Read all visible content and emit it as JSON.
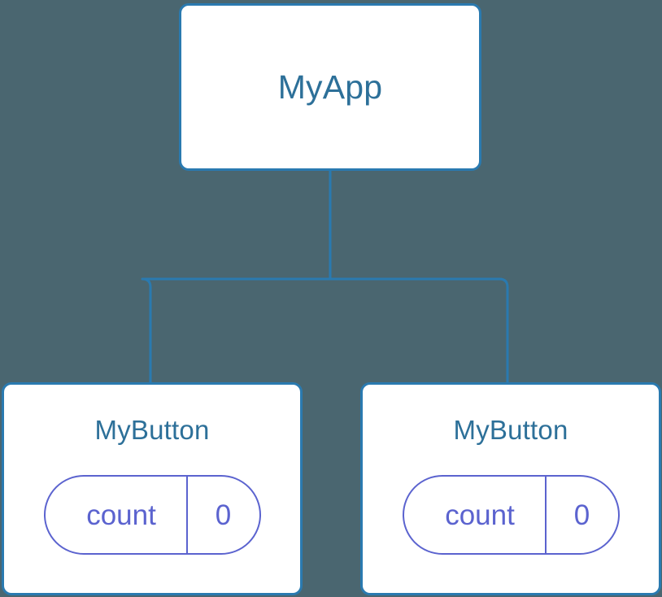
{
  "canvas": {
    "background_color": "#4a6670"
  },
  "theme": {
    "node_fill": "#ffffff",
    "node_border_color": "#2a7ab0",
    "node_text_color": "#2d7099",
    "edge_color": "#2a7ab0",
    "state_color": "#5b63cf"
  },
  "tree": {
    "root": {
      "label": "MyApp"
    },
    "children": [
      {
        "label": "MyButton",
        "state": {
          "key": "count",
          "value": "0"
        }
      },
      {
        "label": "MyButton",
        "state": {
          "key": "count",
          "value": "0"
        }
      }
    ]
  }
}
